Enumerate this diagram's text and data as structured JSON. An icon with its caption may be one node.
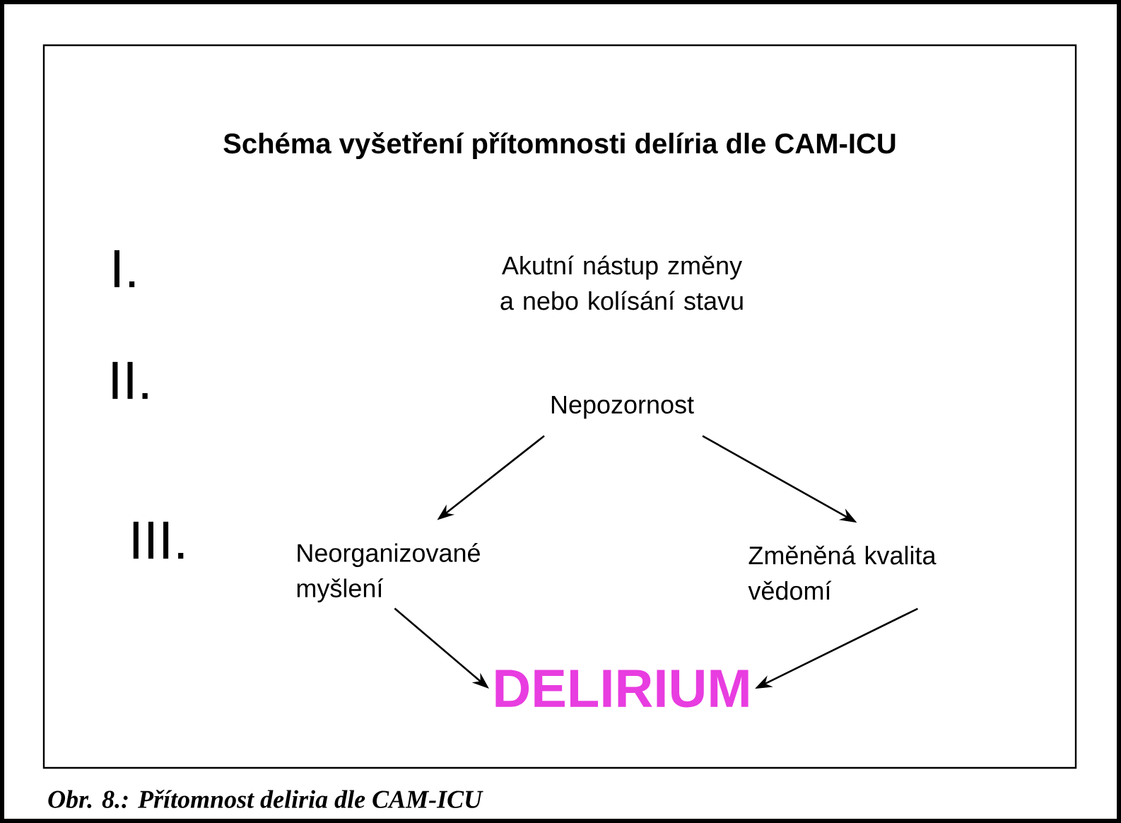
{
  "diagram": {
    "title": "Schéma vyšetření přítomnosti delíria dle CAM-ICU",
    "caption": "Obr. 8.: Přítomnost deliria dle CAM-ICU",
    "nodes": [
      {
        "text": [
          "Nepozornost"
        ]
      },
      {
        "text": [
          "Neorganizované myšlení"
        ]
      },
      {
        "text": [
          "Změněná kvalita vědomí"
        ]
      },
      {
        "text": [
          "DELIRIUM"
        ]
      }
    ],
    "edges": [
      {
        "from": 0,
        "to": 1,
        "arrow": "to"
      },
      {
        "from": 0,
        "to": 2,
        "arrow": "to"
      },
      {
        "from": 1,
        "to": 3,
        "arrow": "to"
      },
      {
        "from": 2,
        "to": 3,
        "arrow": "to"
      }
    ],
    "labels": [
      "I.",
      "Akutní nástup změny a nebo kolísání stavu",
      "II.",
      "III."
    ]
  }
}
